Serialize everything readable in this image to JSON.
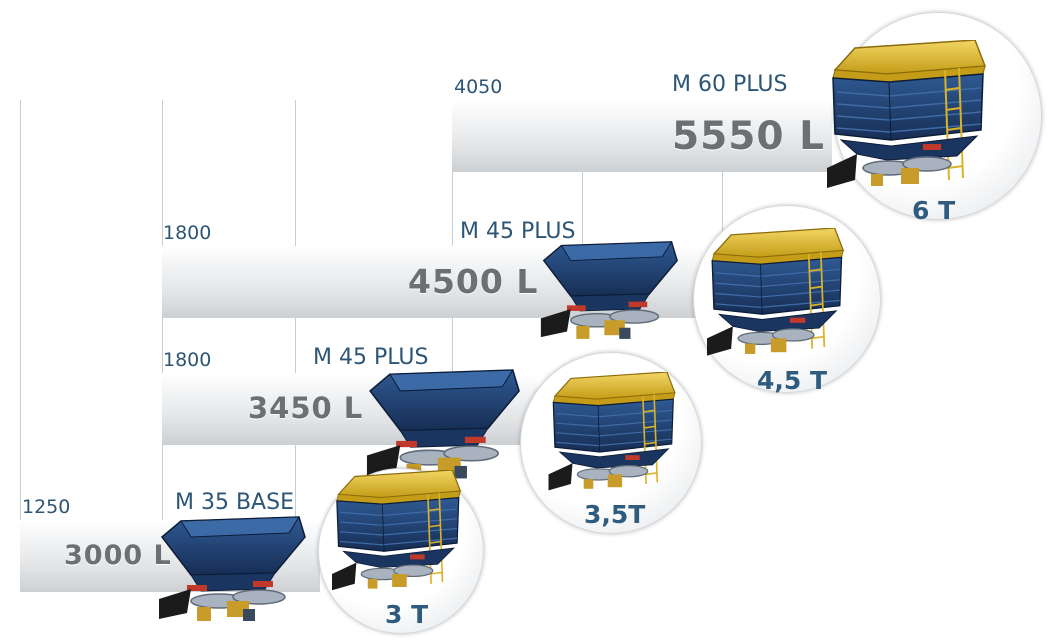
{
  "tiers": [
    {
      "level": "1250",
      "model": "M 35 BASE",
      "capacity": "3000 L",
      "tonnage": "3 T"
    },
    {
      "level": "1800",
      "model": "M 45 PLUS",
      "capacity": "3450 L",
      "tonnage": "3,5T"
    },
    {
      "level": "1800",
      "model": "M 45 PLUS",
      "capacity": "4500 L",
      "tonnage": "4,5 T"
    },
    {
      "level": "4050",
      "model": "M 60 PLUS",
      "capacity": "5550 L",
      "tonnage": "6 T"
    }
  ],
  "colors": {
    "hopper_blue": "#1f3e6e",
    "cover_yellow": "#d9b227",
    "label_blue": "#2d5676",
    "capacity_grey": "#6d7073"
  },
  "icons": [
    "fertilizer-spreader-open-icon",
    "fertilizer-spreader-covered-icon"
  ]
}
